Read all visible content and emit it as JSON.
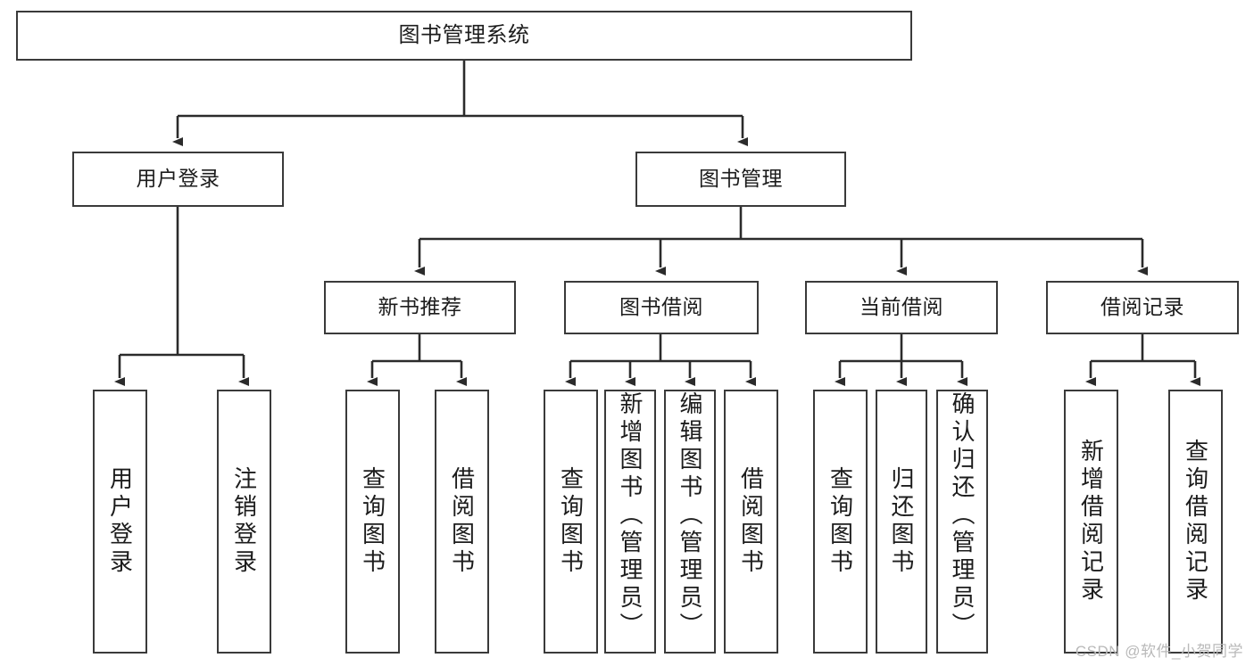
{
  "diagram": {
    "title": "图书管理系统",
    "type": "hierarchy-tree",
    "watermark": "CSDN @软件_小贺同学",
    "colors": {
      "box_border": "#3a3a3a",
      "box_fill": "#ffffff",
      "connector": "#2b2b2b",
      "text": "#1c1c1c",
      "watermark": "#b9b9b9",
      "background": "#ffffff"
    },
    "root": {
      "label": "图书管理系统"
    },
    "level2": [
      {
        "label": "用户登录"
      },
      {
        "label": "图书管理"
      }
    ],
    "level3": [
      {
        "label": "新书推荐"
      },
      {
        "label": "图书借阅"
      },
      {
        "label": "当前借阅"
      },
      {
        "label": "借阅记录"
      }
    ],
    "leaves": {
      "user_login": [
        {
          "label": "用户登录"
        },
        {
          "label": "注销登录"
        }
      ],
      "new_book_recommend": [
        {
          "label": "查询图书"
        },
        {
          "label": "借阅图书"
        }
      ],
      "book_borrow": [
        {
          "label": "查询图书"
        },
        {
          "label": "新增图书（管理员）"
        },
        {
          "label": "编辑图书（管理员）"
        },
        {
          "label": "借阅图书"
        }
      ],
      "current_borrow": [
        {
          "label": "查询图书"
        },
        {
          "label": "归还图书"
        },
        {
          "label": "确认归还（管理员）"
        }
      ],
      "borrow_record": [
        {
          "label": "新增借阅记录"
        },
        {
          "label": "查询借阅记录"
        }
      ]
    }
  }
}
